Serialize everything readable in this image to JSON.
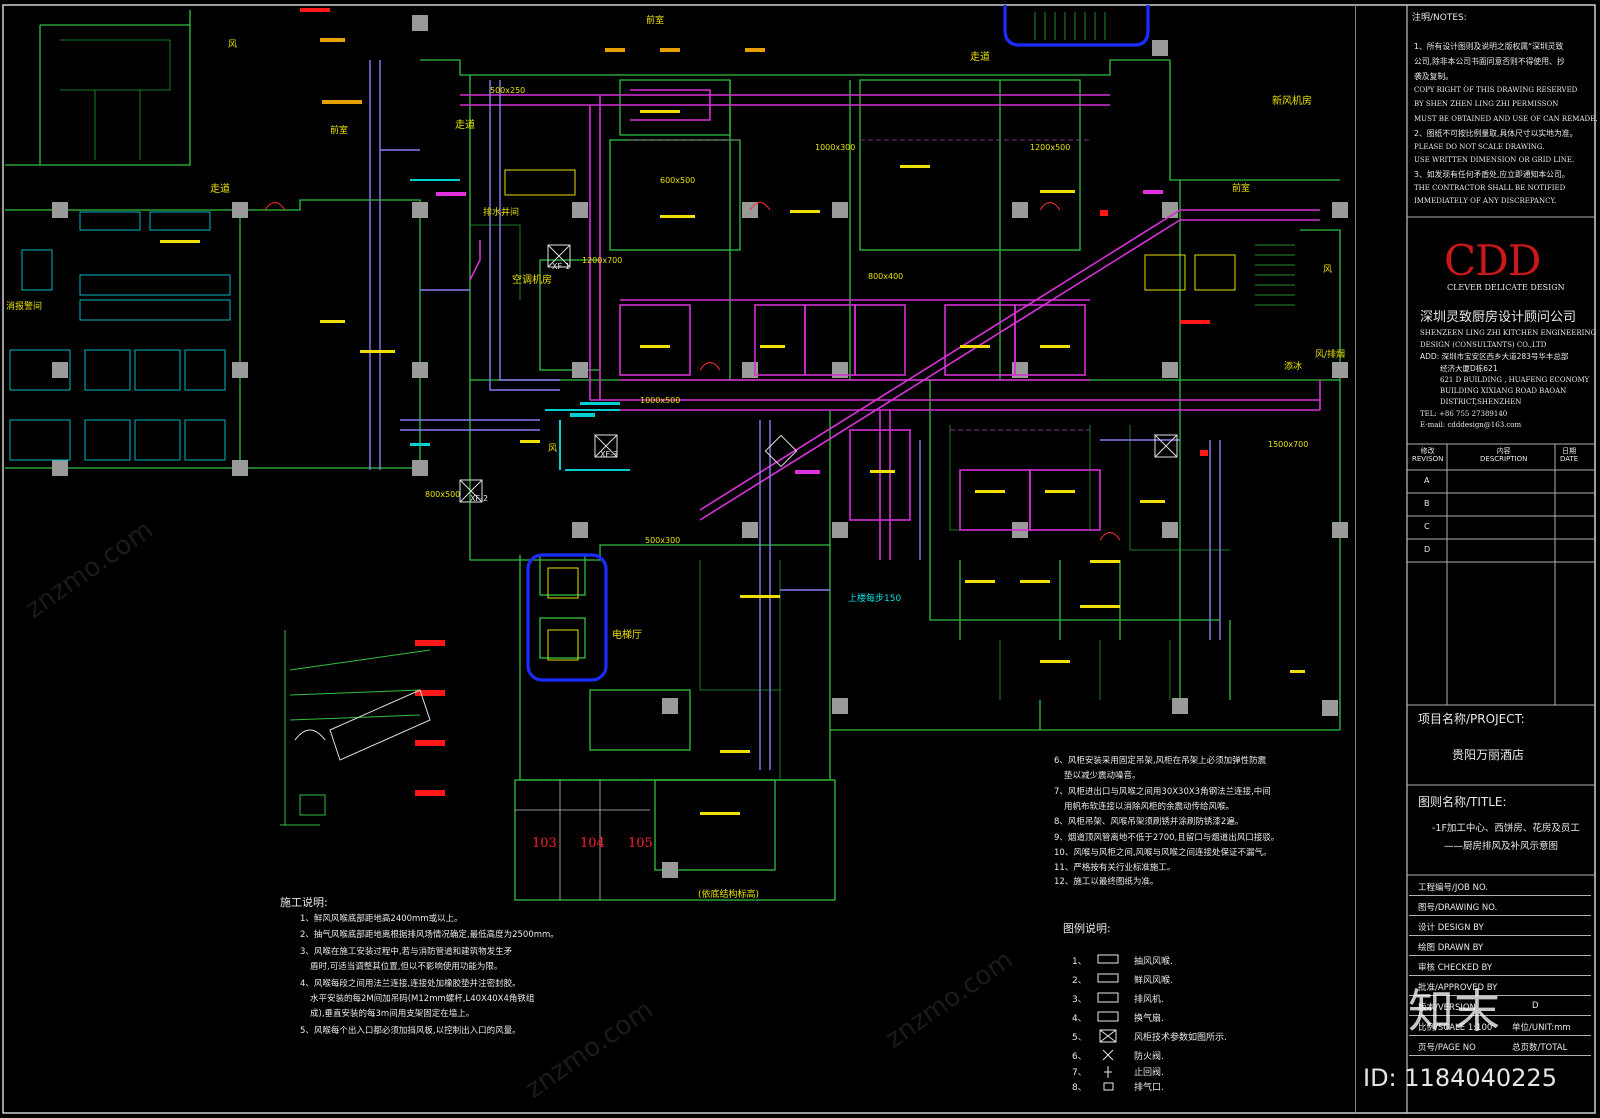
{
  "notes_header": "注明/NOTES:",
  "notes": [
    "1、所有设计图则及说明之版权属“深圳灵致",
    "公司,除非本公司书面同意否则不得使用、抄",
    "袭及复制。",
    "COPY RIGHT OF THIS DRAWING RESERVED",
    "BY SHEN ZHEN LING ZHI PERMISSON",
    "MUST BE OBTAINED AND USE OF CAN REMADE.",
    "2、图纸不可按比例量取,具体尺寸以实地为准。",
    "PLEASE DO NOT SCALE DRAWING.",
    "USE WRITTEN DIMENSION OR GRID LINE.",
    "3、如发现有任何矛盾处,应立即通知本公司。",
    "THE CONTRACTOR SHALL BE NOTIFIED",
    "IMMEDIATELY OF ANY DISCREPANCY."
  ],
  "company": {
    "logo": "CDD",
    "tagline": "CLEVER DELICATE DESIGN",
    "name_cn": "深圳灵致厨房设计顾问公司",
    "name_en": [
      "SHENZEEN LING ZHI KITCHEN ENGINEERING",
      "DESIGN (CONSULTANTS) CO.,LTD"
    ],
    "address": [
      "ADD: 深圳市宝安区西乡大道283号华丰总部",
      "经济大厦D栋621",
      "621 D BUILDING , HUAFENG ECONOMY",
      "BUILDING XIXIANG ROAD BAOAN",
      "DISTRICT,SHENZHEN"
    ],
    "tel": "TEL: +86 755 27389140",
    "email": "E-mail: cdddesign@163.com"
  },
  "revision_table": {
    "headers": [
      "修改\nREVISON",
      "内容\nDESCRIPTION",
      "日期\nDATE"
    ],
    "rows": [
      "A",
      "B",
      "C",
      "D"
    ]
  },
  "project": {
    "label": "项目名称/PROJECT:",
    "name": "贵阳万丽酒店"
  },
  "title": {
    "label": "图则名称/TITLE:",
    "lines": [
      "-1F加工中心、西饼房、花房及员工",
      "——厨房排风及补风示意图"
    ]
  },
  "title_block_fields": [
    "工程编号/JOB NO.",
    "图号/DRAWING NO.",
    "设计  DESIGN BY",
    "绘图  DRAWN BY",
    "审核  CHECKED BY",
    "批准/APPROVED BY",
    "版本/VERSION",
    "比例/SCALE 1:100",
    "页号/PAGE NO"
  ],
  "title_block_right": [
    "D",
    "单位/UNIT:mm",
    "总页数/TOTAL"
  ],
  "construction_notes": {
    "header": "施工说明:",
    "items": [
      "1、鲜风风喉底部距地高2400mm或以上。",
      "2、抽气风喉底部距地离根据排风场情况确定,最低高度为2500mm。",
      "3、风喉在施工安装过程中,若与消防管道和建筑物发生矛",
      "盾时,可适当调整其位置,但以不影响使用功能为限。",
      "4、风喉每段之间用法兰连接,连接处加橡胶垫并注密封胶。",
      "水平安装的每2M间加吊码(M12mm螺杆,L40X40X4角铁组",
      "成),垂直安装的每3m间用支架固定在墙上。",
      "5、风喉每个出入口都必须加挡风板,以控制出入口的风量。"
    ]
  },
  "notes_continued": [
    "6、风柜安装采用固定吊架,风柜在吊架上必须加弹性防震",
    "垫以减少震动噪音。",
    "7、风柜进出口与风喉之间用30X30X3角钢法兰连接,中间",
    "用帆布软连接以消除风柜的余震动传给风喉。",
    "8、风柜吊架、风喉吊架须刷锈并涂刷防锈漆2遍。",
    "9、烟道顶风管离地不低于2700,且留口与烟道出风口接驳。",
    "10、风喉与风柜之间,风喉与风喉之间连接处保证不漏气。",
    "11、严格按有关行业标准施工。",
    "12、施工以最终图纸为准。"
  ],
  "legend": {
    "header": "图例说明:",
    "items": [
      {
        "no": "1、",
        "text": "抽风风喉."
      },
      {
        "no": "2、",
        "text": "鲜风风喉."
      },
      {
        "no": "3、",
        "text": "排风机."
      },
      {
        "no": "4、",
        "text": "换气扇."
      },
      {
        "no": "5、",
        "text": "风柜技术参数如图所示."
      },
      {
        "no": "6、",
        "text": "防火阀."
      },
      {
        "no": "7、",
        "text": "止回阀."
      },
      {
        "no": "8、",
        "text": "排气口."
      }
    ]
  },
  "plan_labels": {
    "xinfeng_room": "新风机房",
    "zoudao1": "走道",
    "zoudao2": "走道",
    "zoudao3": "走道",
    "qianshi1": "前室",
    "qianshi2": "前室",
    "qianshi3": "前室",
    "paishuijing": "排水井间",
    "kongtiao": "空调机房",
    "dianti": "电梯厅",
    "xiaobaojing": "消报警间",
    "feng1": "风",
    "feng2": "风",
    "feng3": "风",
    "fengpaiyan": "风/排烟",
    "tianbing": "添冰",
    "shangloutai": "上楼每步150",
    "dixia": "(依底结构标高)",
    "room103": "103",
    "room104": "104",
    "room105": "105",
    "dim_1200x500": "1200x500",
    "dim_1000x500": "1000x500",
    "dim_600x500": "600x500",
    "dim_1500x700": "1500x700",
    "dim_1200x700": "1200x700",
    "dim_800x500": "800x500",
    "dim_500x250": "500x250",
    "dim_1000x300": "1000x300",
    "dim_800x400": "800x400",
    "dim_500x300": "500x300",
    "xf1": "XF-1",
    "xf2": "XF-2",
    "xf3": "XF-3",
    "id_watermark": "ID: 1184040225",
    "zhimo": "知末"
  },
  "colors": {
    "background": "#000000",
    "wall_green": "#30d040",
    "duct_magenta": "#e030e0",
    "duct_cyan": "#00d0d0",
    "tag_yellow": "#e8d000",
    "highlight_blue": "#1a2cff",
    "grid_gray": "#a0a0a0",
    "logo_red": "#c81818"
  }
}
